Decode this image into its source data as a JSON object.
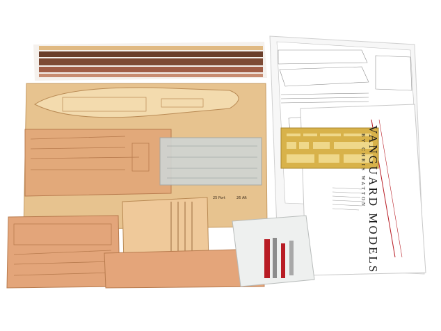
{
  "image_description_free": true,
  "brand": {
    "title": "VANGUARD MODELS",
    "subtitle": "BY CHRIS WATTON"
  },
  "small_labels": {
    "fret_a": "25 Port",
    "fret_b": "26 Aft"
  },
  "colors": {
    "background": "#ffffff",
    "plywood_light": "#efcf9c",
    "plywood_mid": "#d9b07a",
    "plywood_dark": "#c99a62",
    "walnut_strip": "#6b3f2b",
    "brass_etch": "#d8b24a",
    "red_accent": "#b81c24"
  }
}
